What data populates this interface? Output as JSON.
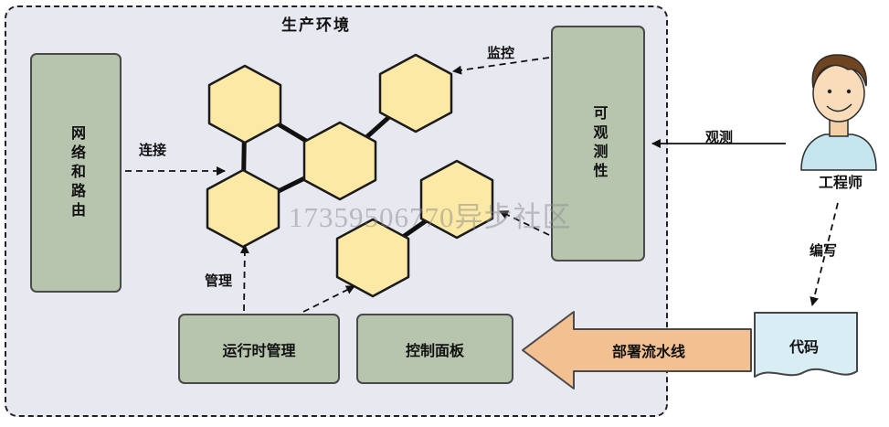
{
  "title": "生产环境",
  "watermark": "17359506770异步社区",
  "nodes": {
    "network": {
      "label": "网络和路由"
    },
    "observability": {
      "label": "可观测性"
    },
    "runtime": {
      "label": "运行时管理"
    },
    "control_panel": {
      "label": "控制面板"
    },
    "code": {
      "label": "代码"
    },
    "engineer": {
      "label": "工程师"
    }
  },
  "edges": {
    "connect": {
      "label": "连接"
    },
    "monitor": {
      "label": "监控"
    },
    "manage": {
      "label": "管理"
    },
    "observe": {
      "label": "观测"
    },
    "write": {
      "label": "编写"
    },
    "pipeline": {
      "label": "部署流水线"
    }
  },
  "hexagon_node_count": 6,
  "colors": {
    "container_bg": "#e8e8f1",
    "box_fill": "#b7c5af",
    "hexagon_fill": "#fce9a6",
    "pipeline_arrow_fill": "#f3c091",
    "code_fill": "#d9edf5",
    "watermark_gray": "#8a8a8a",
    "border_dark": "#4a4a4a"
  }
}
